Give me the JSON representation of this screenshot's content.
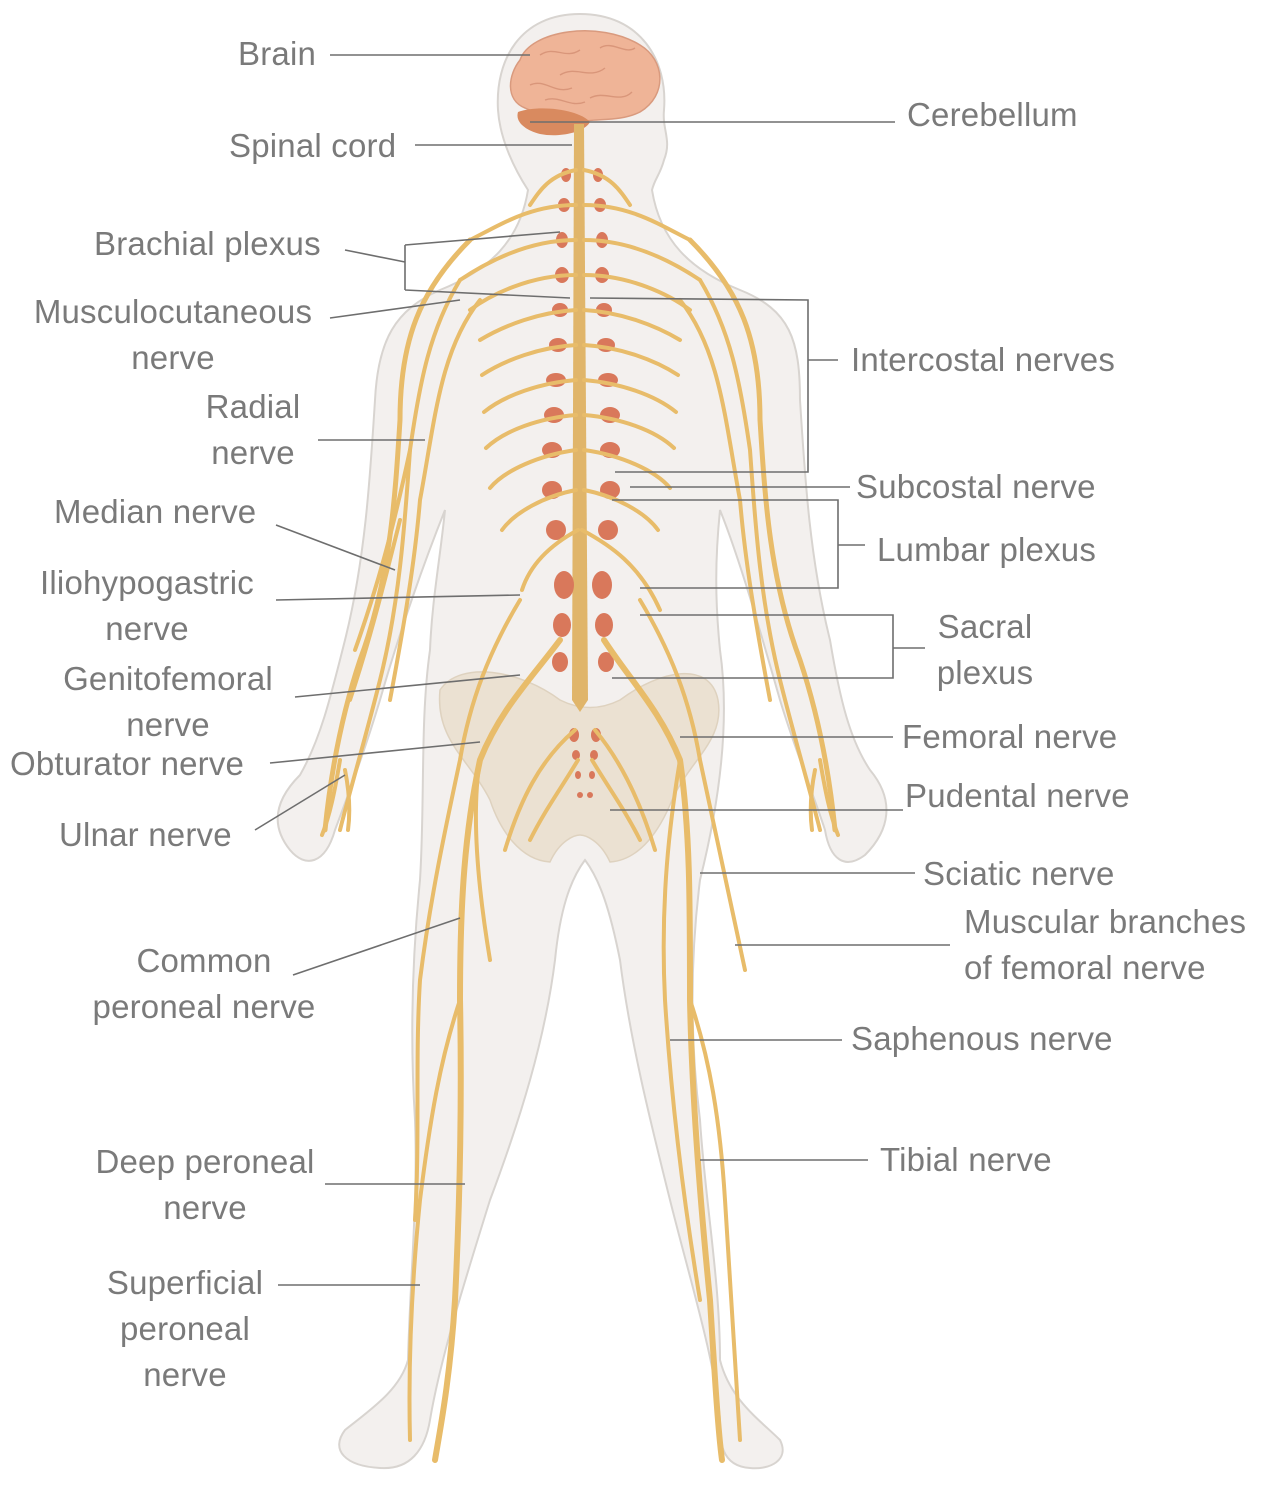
{
  "labels": {
    "brain": "Brain",
    "cerebellum": "Cerebellum",
    "spinal_cord": "Spinal cord",
    "brachial_plexus": "Brachial plexus",
    "musculocutaneous_1": "Musculocutaneous",
    "musculocutaneous_2": "nerve",
    "intercostal": "Intercostal nerves",
    "radial_1": "Radial",
    "radial_2": "nerve",
    "subcostal": "Subcostal nerve",
    "median": "Median nerve",
    "lumbar_plexus": "Lumbar plexus",
    "iliohypogastric_1": "Iliohypogastric",
    "iliohypogastric_2": "nerve",
    "sacral_1": "Sacral",
    "sacral_2": "plexus",
    "genitofemoral_1": "Genitofemoral",
    "genitofemoral_2": "nerve",
    "femoral": "Femoral nerve",
    "obturator": "Obturator nerve",
    "pudental": "Pudental nerve",
    "ulnar": "Ulnar nerve",
    "sciatic": "Sciatic nerve",
    "muscular_1": "Muscular branches",
    "muscular_2": "of femoral nerve",
    "common_peroneal_1": "Common",
    "common_peroneal_2": "peroneal nerve",
    "saphenous": "Saphenous nerve",
    "tibial": "Tibial nerve",
    "deep_peroneal_1": "Deep peroneal",
    "deep_peroneal_2": "nerve",
    "superficial_1": "Superficial",
    "superficial_2": "peroneal",
    "superficial_3": "nerve"
  },
  "colors": {
    "body_fill": "#f3f0ee",
    "body_outline": "#d8d4d0",
    "nerve": "#e8bc6a",
    "spinal_cord": "#e0b56a",
    "brain": "#efb497",
    "cerebellum": "#d98a5f",
    "vertebra": "#d9785b",
    "pelvis": "#e9dcc9",
    "label_text": "#7a7a7a",
    "leader_line": "#6e6e6e"
  }
}
